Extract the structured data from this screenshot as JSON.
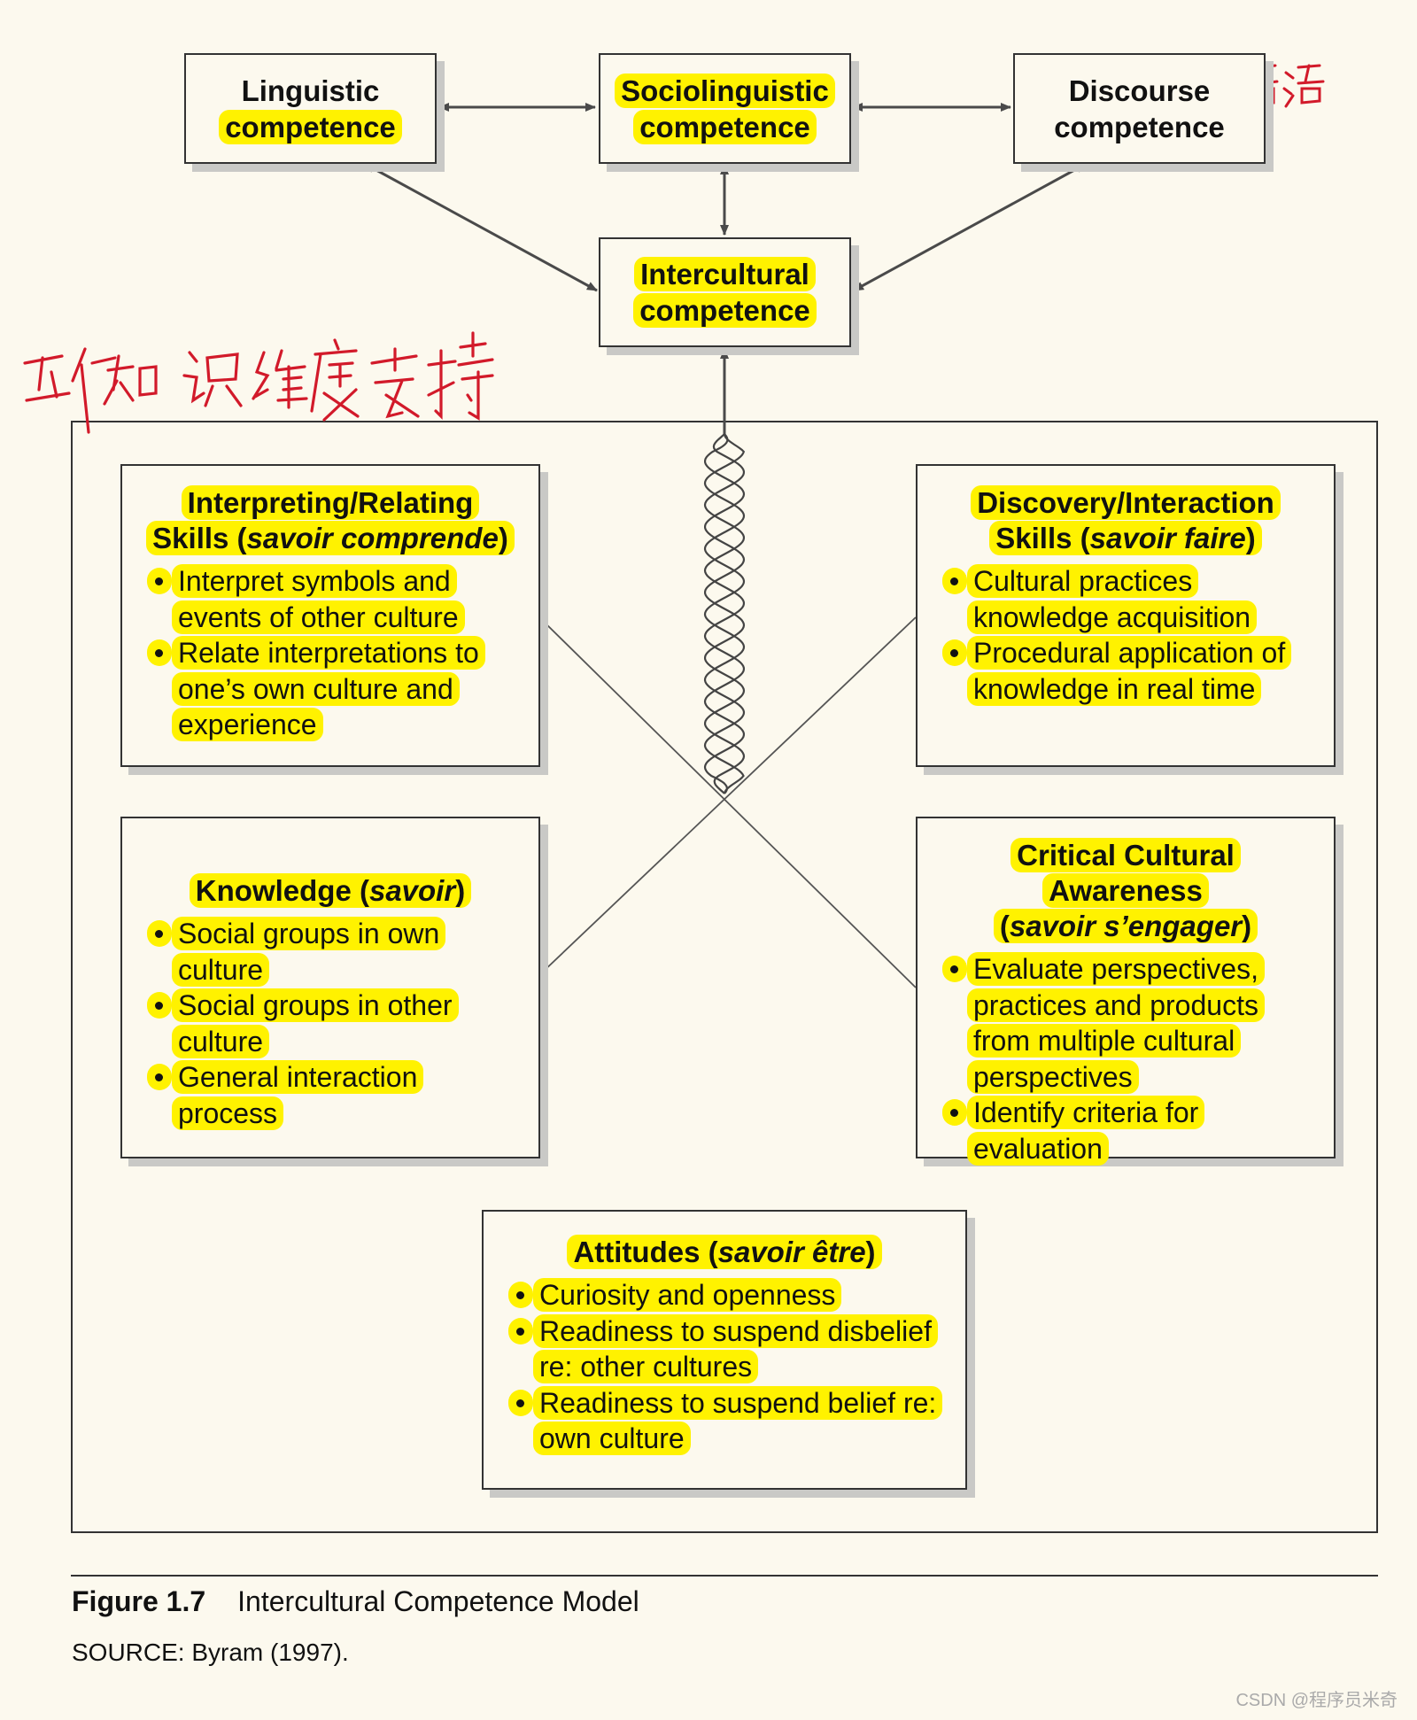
{
  "competences": {
    "linguistic": [
      "Linguistic",
      "competence"
    ],
    "sociolinguistic": [
      "Sociolinguistic",
      "competence"
    ],
    "discourse": [
      "Discourse",
      "competence"
    ],
    "intercultural": [
      "Intercultural",
      "competence"
    ]
  },
  "annotations": {
    "discourse_note": "话语",
    "five_dimensions_note": "五个知识维度支持"
  },
  "skills": {
    "interpreting": {
      "title_line1": "Interpreting/Relating",
      "title_pre": "Skills (",
      "title_italic": "savoir comprende",
      "title_post": ")",
      "bullets": [
        "Interpret symbols and events of other culture",
        "Relate interpretations to one’s own culture and experience"
      ]
    },
    "discovery": {
      "title_line1": "Discovery/Interaction",
      "title_pre": "Skills (",
      "title_italic": "savoir faire",
      "title_post": ")",
      "bullets": [
        "Cultural practices knowledge acquisition",
        "Procedural application of knowledge in real time"
      ]
    },
    "knowledge": {
      "title_pre": "Knowledge (",
      "title_italic": "savoir",
      "title_post": ")",
      "bullets": [
        "Social groups in own culture",
        "Social groups in other culture",
        "General interaction process"
      ]
    },
    "critical": {
      "title_line1": "Critical Cultural Awareness",
      "title_pre": "(",
      "title_italic": "savoir s’engager",
      "title_post": ")",
      "bullets": [
        "Evaluate perspectives, practices and products from multiple cultural perspectives",
        "Identify criteria for evaluation"
      ]
    },
    "attitudes": {
      "title_pre": "Attitudes (",
      "title_italic": "savoir être",
      "title_post": ")",
      "bullets": [
        "Curiosity and openness",
        "Readiness to suspend disbelief re: other cultures",
        "Readiness to suspend belief re: own culture"
      ]
    }
  },
  "figure": {
    "label": "Figure 1.7",
    "caption": "Intercultural Competence Model",
    "source": "SOURCE: Byram (1997)."
  },
  "watermark": "CSDN @程序员米奇",
  "colors": {
    "highlight": "#fff200",
    "background": "#fcf9ee",
    "line": "#4a4a4a",
    "shadow": "#c9c9c6",
    "annotation": "#d21a2a"
  }
}
